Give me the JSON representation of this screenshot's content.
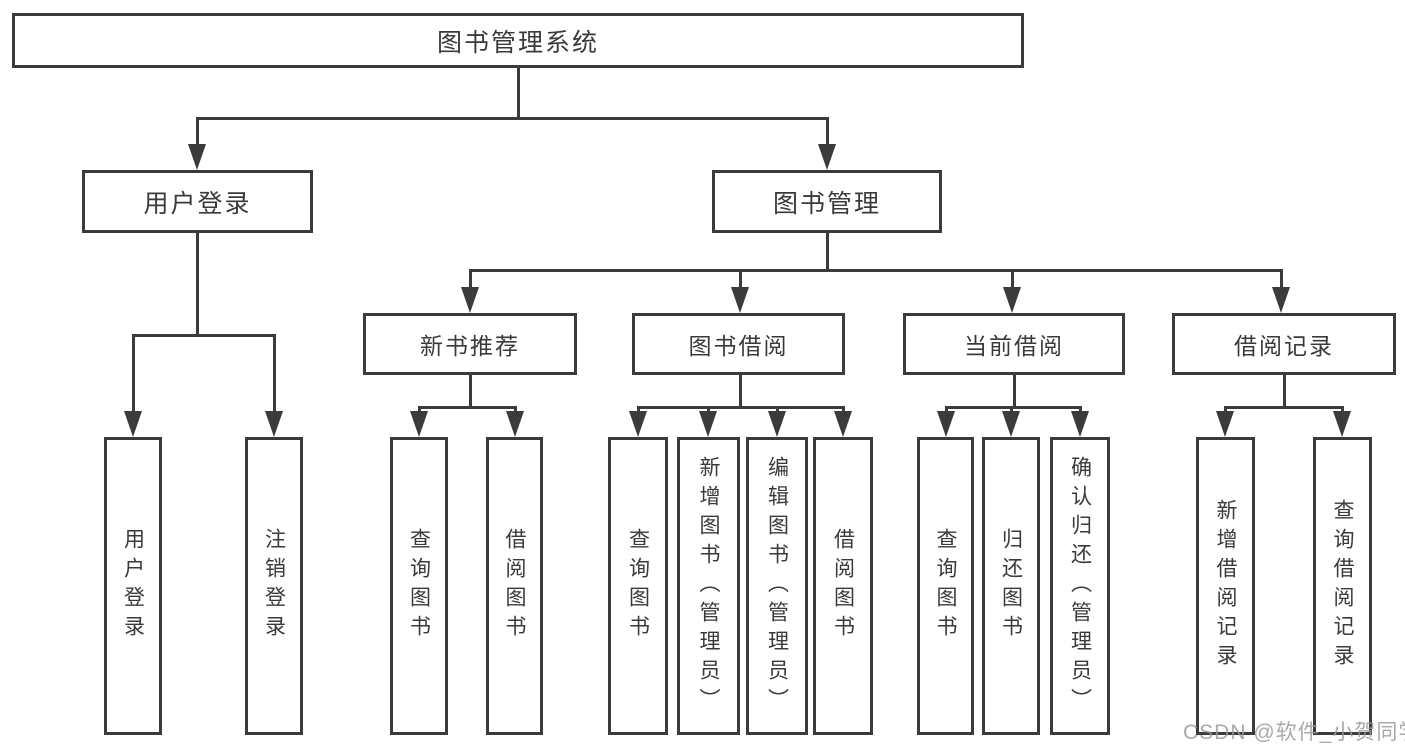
{
  "colors": {
    "line": "#3b3b3b",
    "text": "#3a3a3a",
    "watermark": "#9b9b9b",
    "bg": "#ffffff"
  },
  "tree": {
    "root": {
      "label": "图书管理系统"
    },
    "branches": [
      {
        "label": "用户登录",
        "children": [
          {
            "label": "用户登录"
          },
          {
            "label": "注销登录"
          }
        ]
      },
      {
        "label": "图书管理",
        "groups": [
          {
            "label": "新书推荐",
            "children": [
              {
                "label": "查询图书"
              },
              {
                "label": "借阅图书"
              }
            ]
          },
          {
            "label": "图书借阅",
            "children": [
              {
                "label": "查询图书"
              },
              {
                "label": "新增图书（管理员）"
              },
              {
                "label": "编辑图书（管理员）"
              },
              {
                "label": "借阅图书"
              }
            ]
          },
          {
            "label": "当前借阅",
            "children": [
              {
                "label": "查询图书"
              },
              {
                "label": "归还图书"
              },
              {
                "label": "确认归还（管理员）"
              }
            ]
          },
          {
            "label": "借阅记录",
            "children": [
              {
                "label": "新增借阅记录"
              },
              {
                "label": "查询借阅记录"
              }
            ]
          }
        ]
      }
    ]
  },
  "watermark": {
    "text": "CSDN @软件_小贺同学"
  }
}
